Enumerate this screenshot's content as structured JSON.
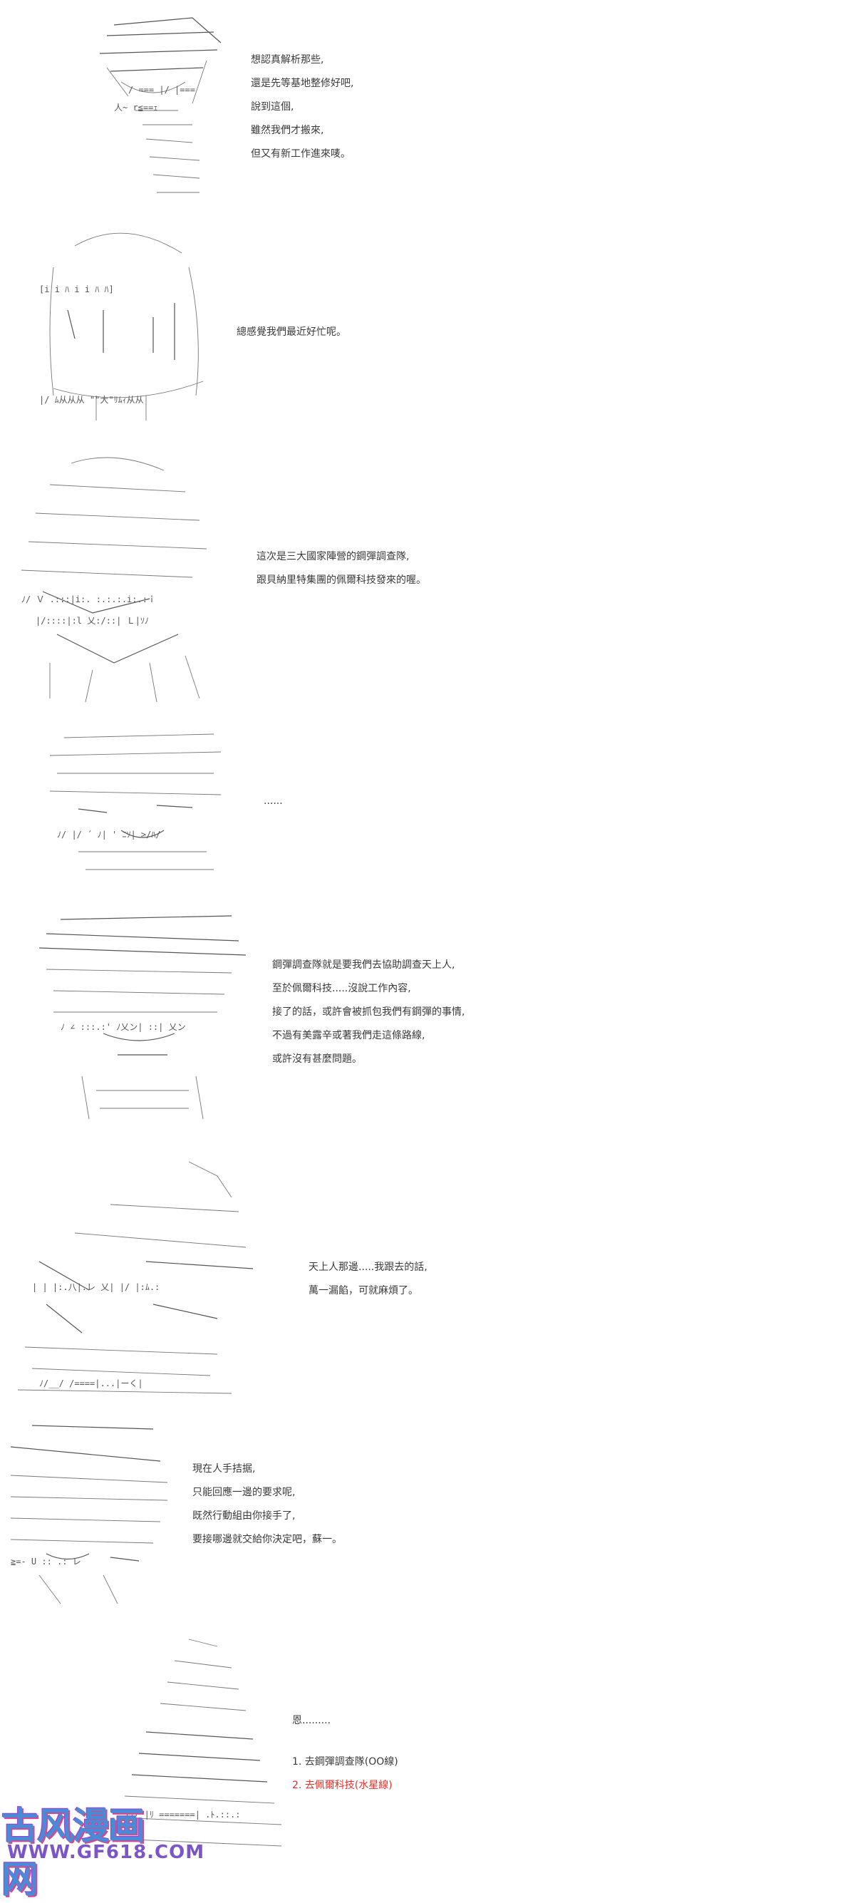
{
  "panels": [
    {
      "lines": [
        "想認真解析那些,",
        "還是先等基地整修好吧,",
        "說到這個,",
        "雖然我們才搬來,",
        "但又有新工作進來唛。"
      ]
    },
    {
      "lines": [
        "總感覺我們最近好忙呢。"
      ]
    },
    {
      "lines": [
        "這次是三大國家陣營的鋼彈調查隊,",
        "跟貝納里特集團的佩爾科技發來的喔。"
      ]
    },
    {
      "lines": [
        "......"
      ]
    },
    {
      "lines": [
        "鋼彈調查隊就是要我們去協助調查天上人,",
        "至於佩爾科技.....沒說工作內容,",
        "接了的話，或許會被抓包我們有鋼彈的事情,",
        "不過有美露辛或著我們走這條路線,",
        "或許沒有甚麼問題。"
      ]
    },
    {
      "lines": [
        "天上人那邊.....我跟去的話,",
        "萬一漏餡，可就麻煩了。"
      ]
    },
    {
      "lines": [
        "現在人手拮据,",
        "只能回應一邊的要求呢,",
        "既然行動組由你接手了,",
        "要接哪邊就交給你決定吧，蘇一。"
      ]
    },
    {
      "lines": [
        "恩........."
      ]
    }
  ],
  "choices": [
    {
      "label": "1. 去鋼彈調查隊(OO線)",
      "color": "#3a3a3a"
    },
    {
      "label": "2. 去佩爾科技(水星線)",
      "color": "#e0322a"
    }
  ],
  "watermark": {
    "title": "古风漫画网",
    "url": "WWW.GF618.COM"
  }
}
